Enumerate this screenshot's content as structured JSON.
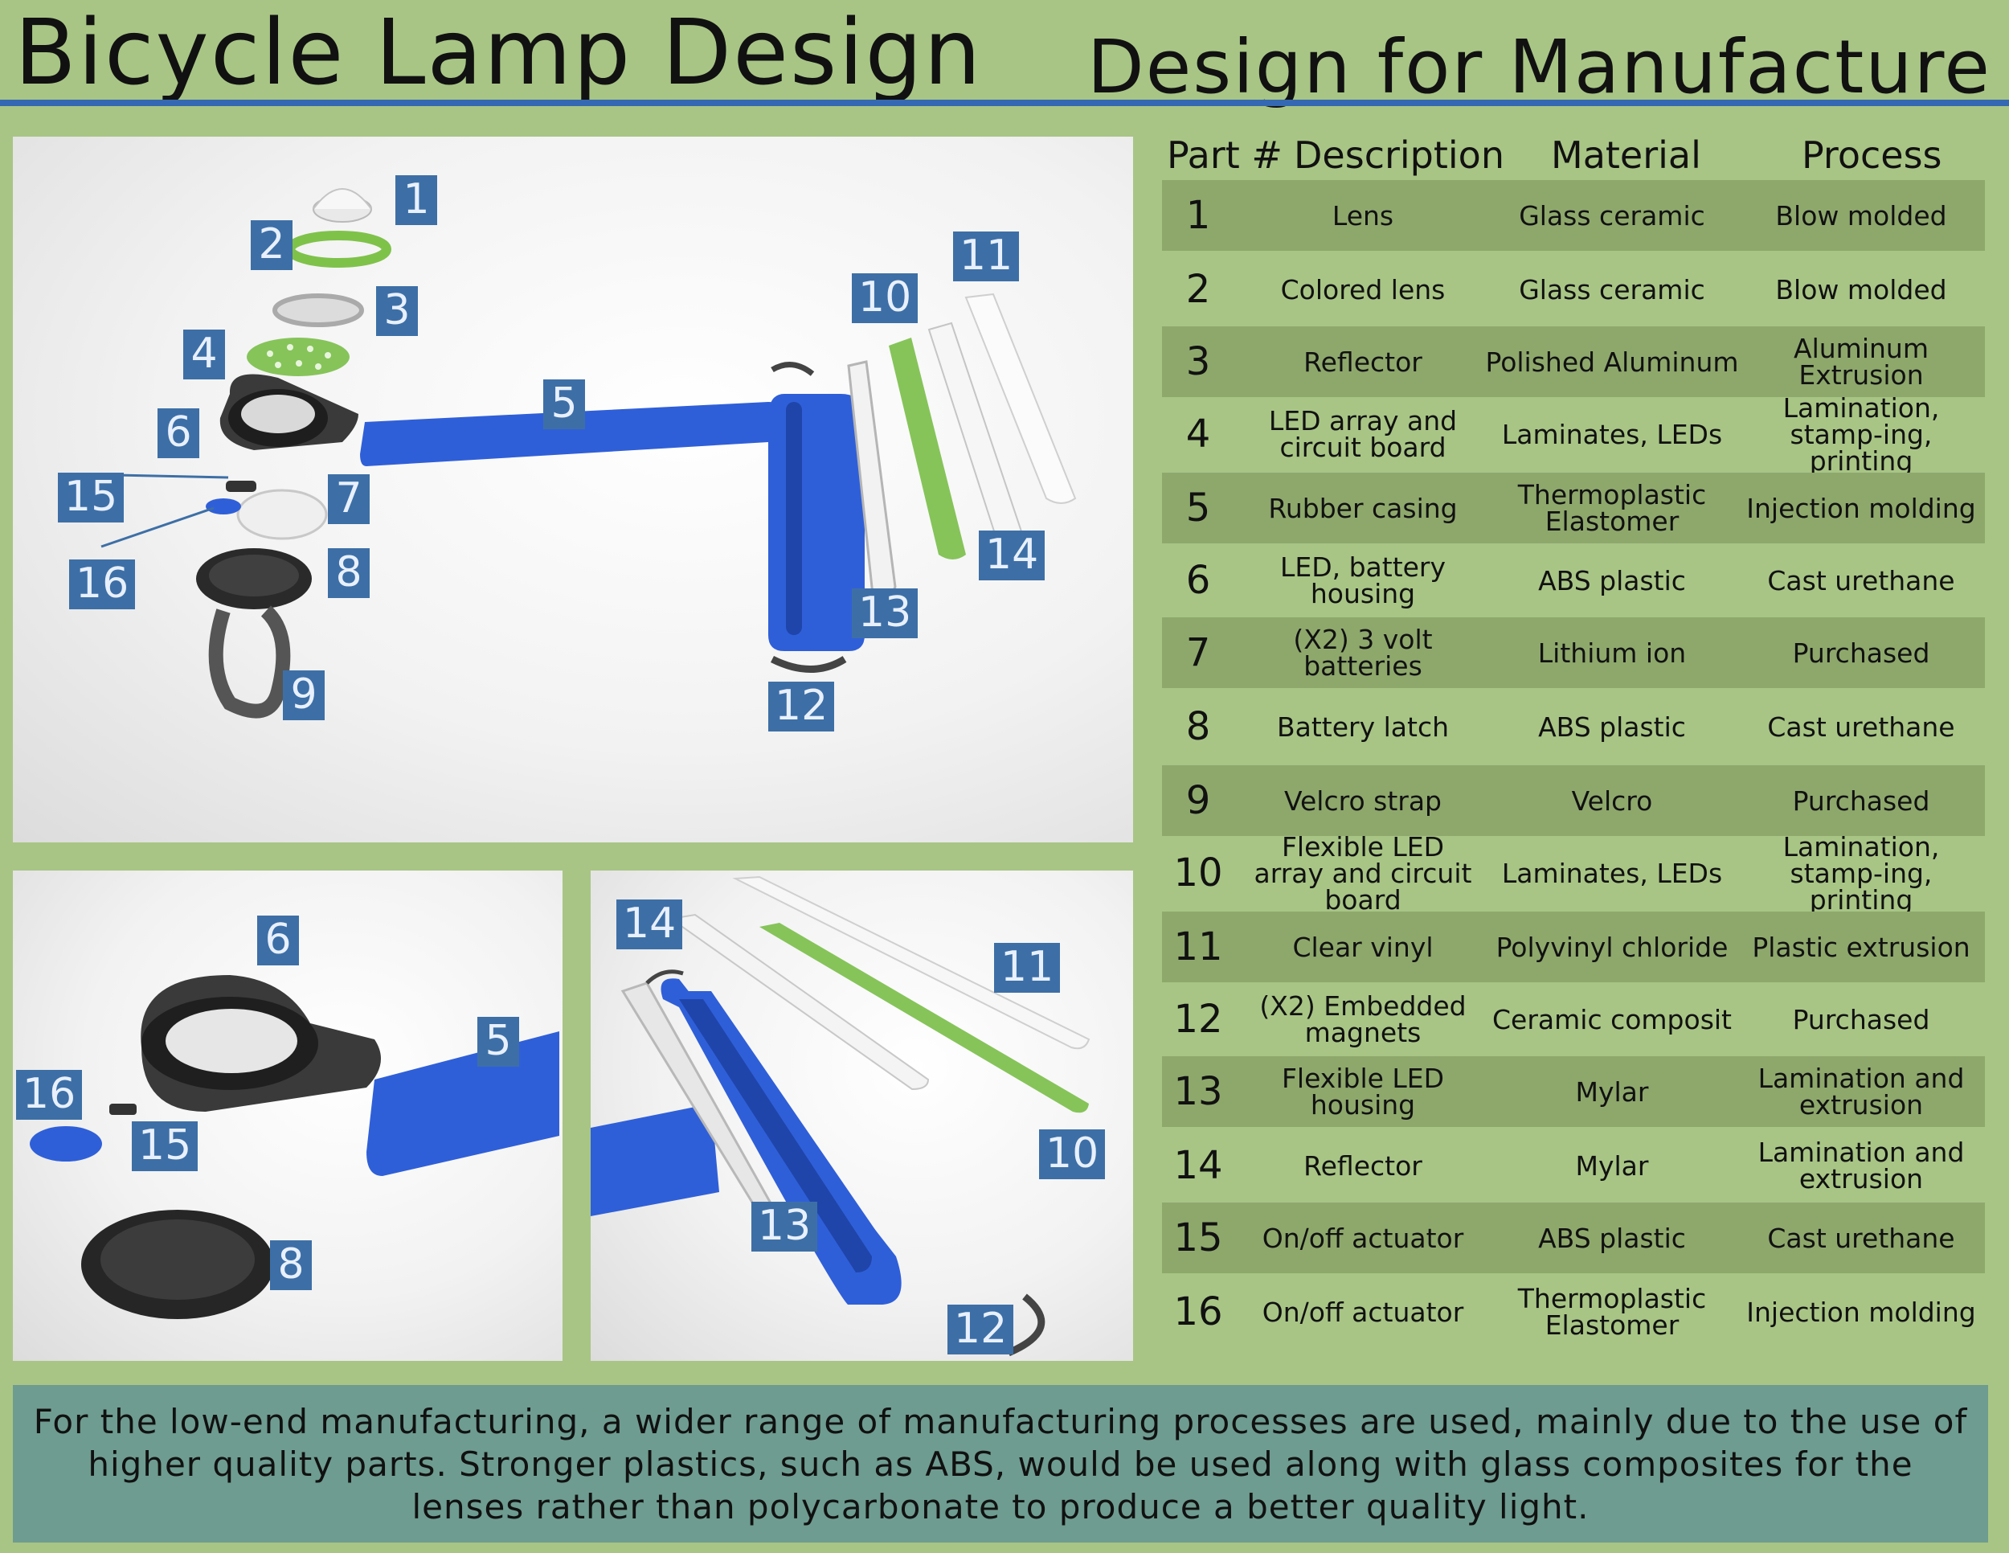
{
  "header": {
    "title_left": "Bicycle Lamp Design",
    "title_right": "Design for Manufacture"
  },
  "main_labels": [
    "1",
    "2",
    "3",
    "4",
    "5",
    "6",
    "7",
    "8",
    "9",
    "10",
    "11",
    "12",
    "13",
    "14",
    "15",
    "16"
  ],
  "bl_labels": [
    "6",
    "5",
    "16",
    "15",
    "8"
  ],
  "br_labels": [
    "14",
    "11",
    "10",
    "13",
    "12"
  ],
  "table": {
    "headers": [
      "Part #",
      "Description",
      "Material",
      "Process"
    ],
    "rows": [
      {
        "num": "1",
        "desc": "Lens",
        "mat": "Glass ceramic",
        "proc": "Blow molded"
      },
      {
        "num": "2",
        "desc": "Colored lens",
        "mat": "Glass ceramic",
        "proc": "Blow molded"
      },
      {
        "num": "3",
        "desc": "Reflector",
        "mat": "Polished Aluminum",
        "proc": "Aluminum Extrusion"
      },
      {
        "num": "4",
        "desc": "LED array and circuit board",
        "mat": "Laminates, LEDs",
        "proc": "Lamination, stamp-ing, printing"
      },
      {
        "num": "5",
        "desc": "Rubber casing",
        "mat": "Thermoplastic Elastomer",
        "proc": "Injection molding"
      },
      {
        "num": "6",
        "desc": "LED, battery housing",
        "mat": "ABS plastic",
        "proc": "Cast urethane"
      },
      {
        "num": "7",
        "desc": "(X2) 3 volt batteries",
        "mat": "Lithium ion",
        "proc": "Purchased"
      },
      {
        "num": "8",
        "desc": "Battery latch",
        "mat": "ABS plastic",
        "proc": "Cast urethane"
      },
      {
        "num": "9",
        "desc": "Velcro strap",
        "mat": "Velcro",
        "proc": "Purchased"
      },
      {
        "num": "10",
        "desc": "Flexible LED array and circuit board",
        "mat": "Laminates, LEDs",
        "proc": "Lamination, stamp-ing, printing"
      },
      {
        "num": "11",
        "desc": "Clear vinyl",
        "mat": "Polyvinyl chloride",
        "proc": "Plastic extrusion"
      },
      {
        "num": "12",
        "desc": "(X2) Embedded magnets",
        "mat": "Ceramic composit",
        "proc": "Purchased"
      },
      {
        "num": "13",
        "desc": "Flexible LED housing",
        "mat": "Mylar",
        "proc": "Lamination and extrusion"
      },
      {
        "num": "14",
        "desc": "Reflector",
        "mat": "Mylar",
        "proc": "Lamination and extrusion"
      },
      {
        "num": "15",
        "desc": "On/off actuator",
        "mat": "ABS plastic",
        "proc": "Cast urethane"
      },
      {
        "num": "16",
        "desc": "On/off actuator",
        "mat": "Thermoplastic Elastomer",
        "proc": "Injection molding"
      }
    ]
  },
  "footer_text": "For the low-end manufacturing, a wider range of manufacturing processes are used, mainly due to the use of higher quality parts. Stronger plastics, such as ABS, would be used along with glass composites for the lenses rather than polycarbonate to produce a better quality light.",
  "colors": {
    "background": "#a8c585",
    "rule": "#3568b2",
    "label_box": "#3d6fa6",
    "row_shade": "#8ea86c",
    "footer": "#6e9c90",
    "casing_blue": "#2f5fd8",
    "led_green": "#7fc24a"
  }
}
